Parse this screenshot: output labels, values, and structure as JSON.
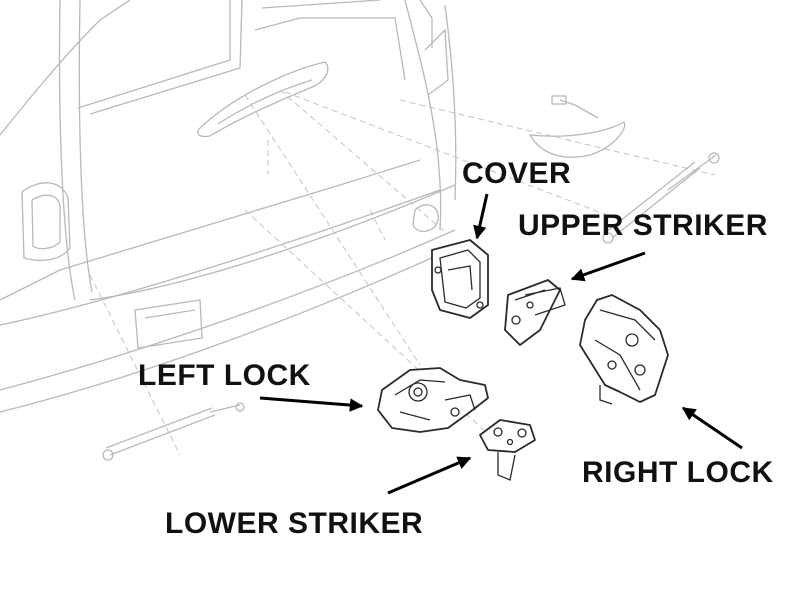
{
  "labels": {
    "cover": "COVER",
    "upper_striker": "UPPER STRIKER",
    "left_lock": "LEFT LOCK",
    "right_lock": "RIGHT LOCK",
    "lower_striker": "LOWER STRIKER"
  },
  "colors": {
    "label_text": "#111111",
    "arrow": "#000000",
    "ghost_outline": "#b9b9b9",
    "part_outline": "#2a2a2a",
    "background": "#ffffff"
  }
}
